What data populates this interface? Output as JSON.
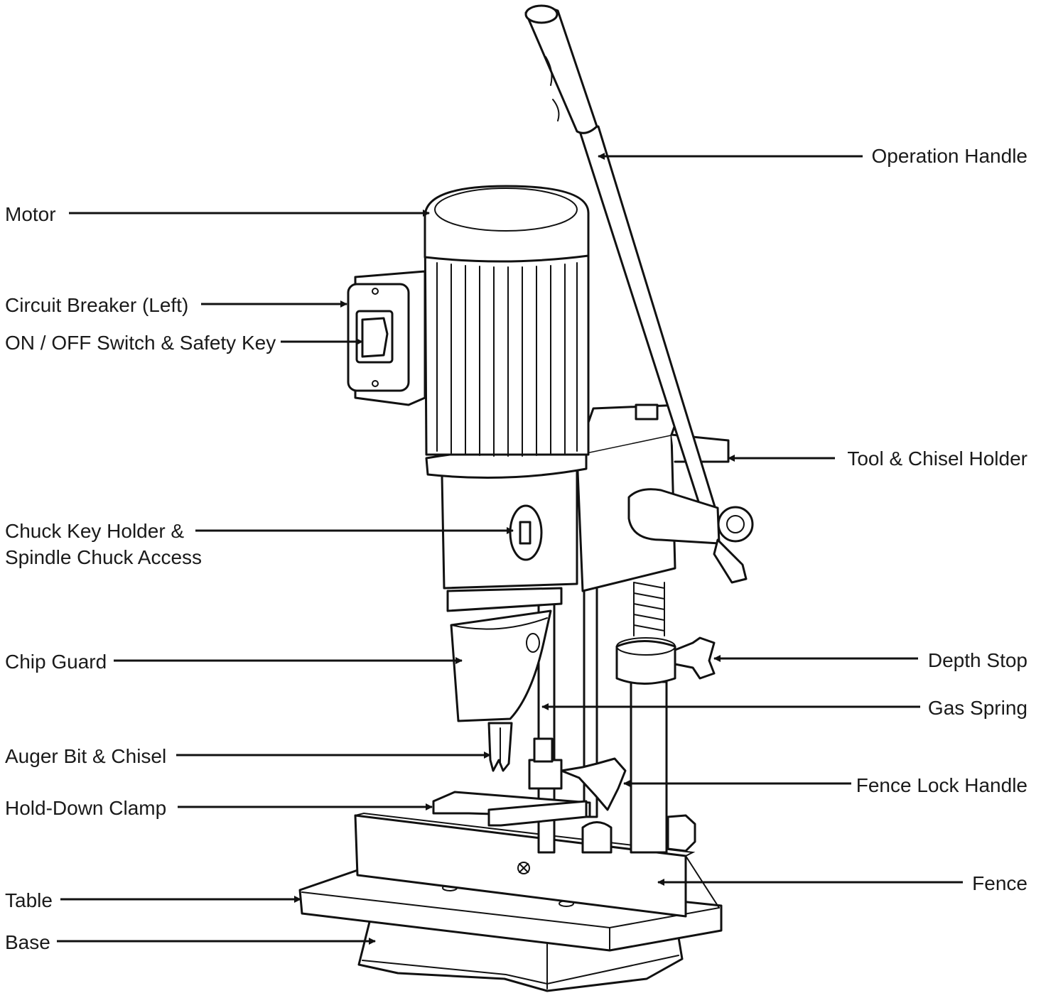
{
  "diagram": {
    "colors": {
      "line": "#111111",
      "label": "#1a1a1a",
      "background": "#ffffff"
    },
    "callouts_left": [
      {
        "id": "motor",
        "label": "Motor"
      },
      {
        "id": "circuit-breaker",
        "label": "Circuit Breaker (Left)"
      },
      {
        "id": "on-off-switch",
        "label": "ON / OFF Switch & Safety Key"
      },
      {
        "id": "chuck-key-holder",
        "label": "Chuck Key Holder &",
        "label2": "Spindle Chuck Access"
      },
      {
        "id": "chip-guard",
        "label": "Chip Guard"
      },
      {
        "id": "auger-bit",
        "label": "Auger Bit & Chisel"
      },
      {
        "id": "hold-down-clamp",
        "label": "Hold-Down Clamp"
      },
      {
        "id": "table",
        "label": "Table"
      },
      {
        "id": "base",
        "label": "Base"
      }
    ],
    "callouts_right": [
      {
        "id": "operation-handle",
        "label": "Operation Handle"
      },
      {
        "id": "tool-chisel-holder",
        "label": "Tool & Chisel Holder"
      },
      {
        "id": "depth-stop",
        "label": "Depth Stop"
      },
      {
        "id": "gas-spring",
        "label": "Gas Spring"
      },
      {
        "id": "fence-lock-handle",
        "label": "Fence Lock Handle"
      },
      {
        "id": "fence",
        "label": "Fence"
      }
    ]
  }
}
